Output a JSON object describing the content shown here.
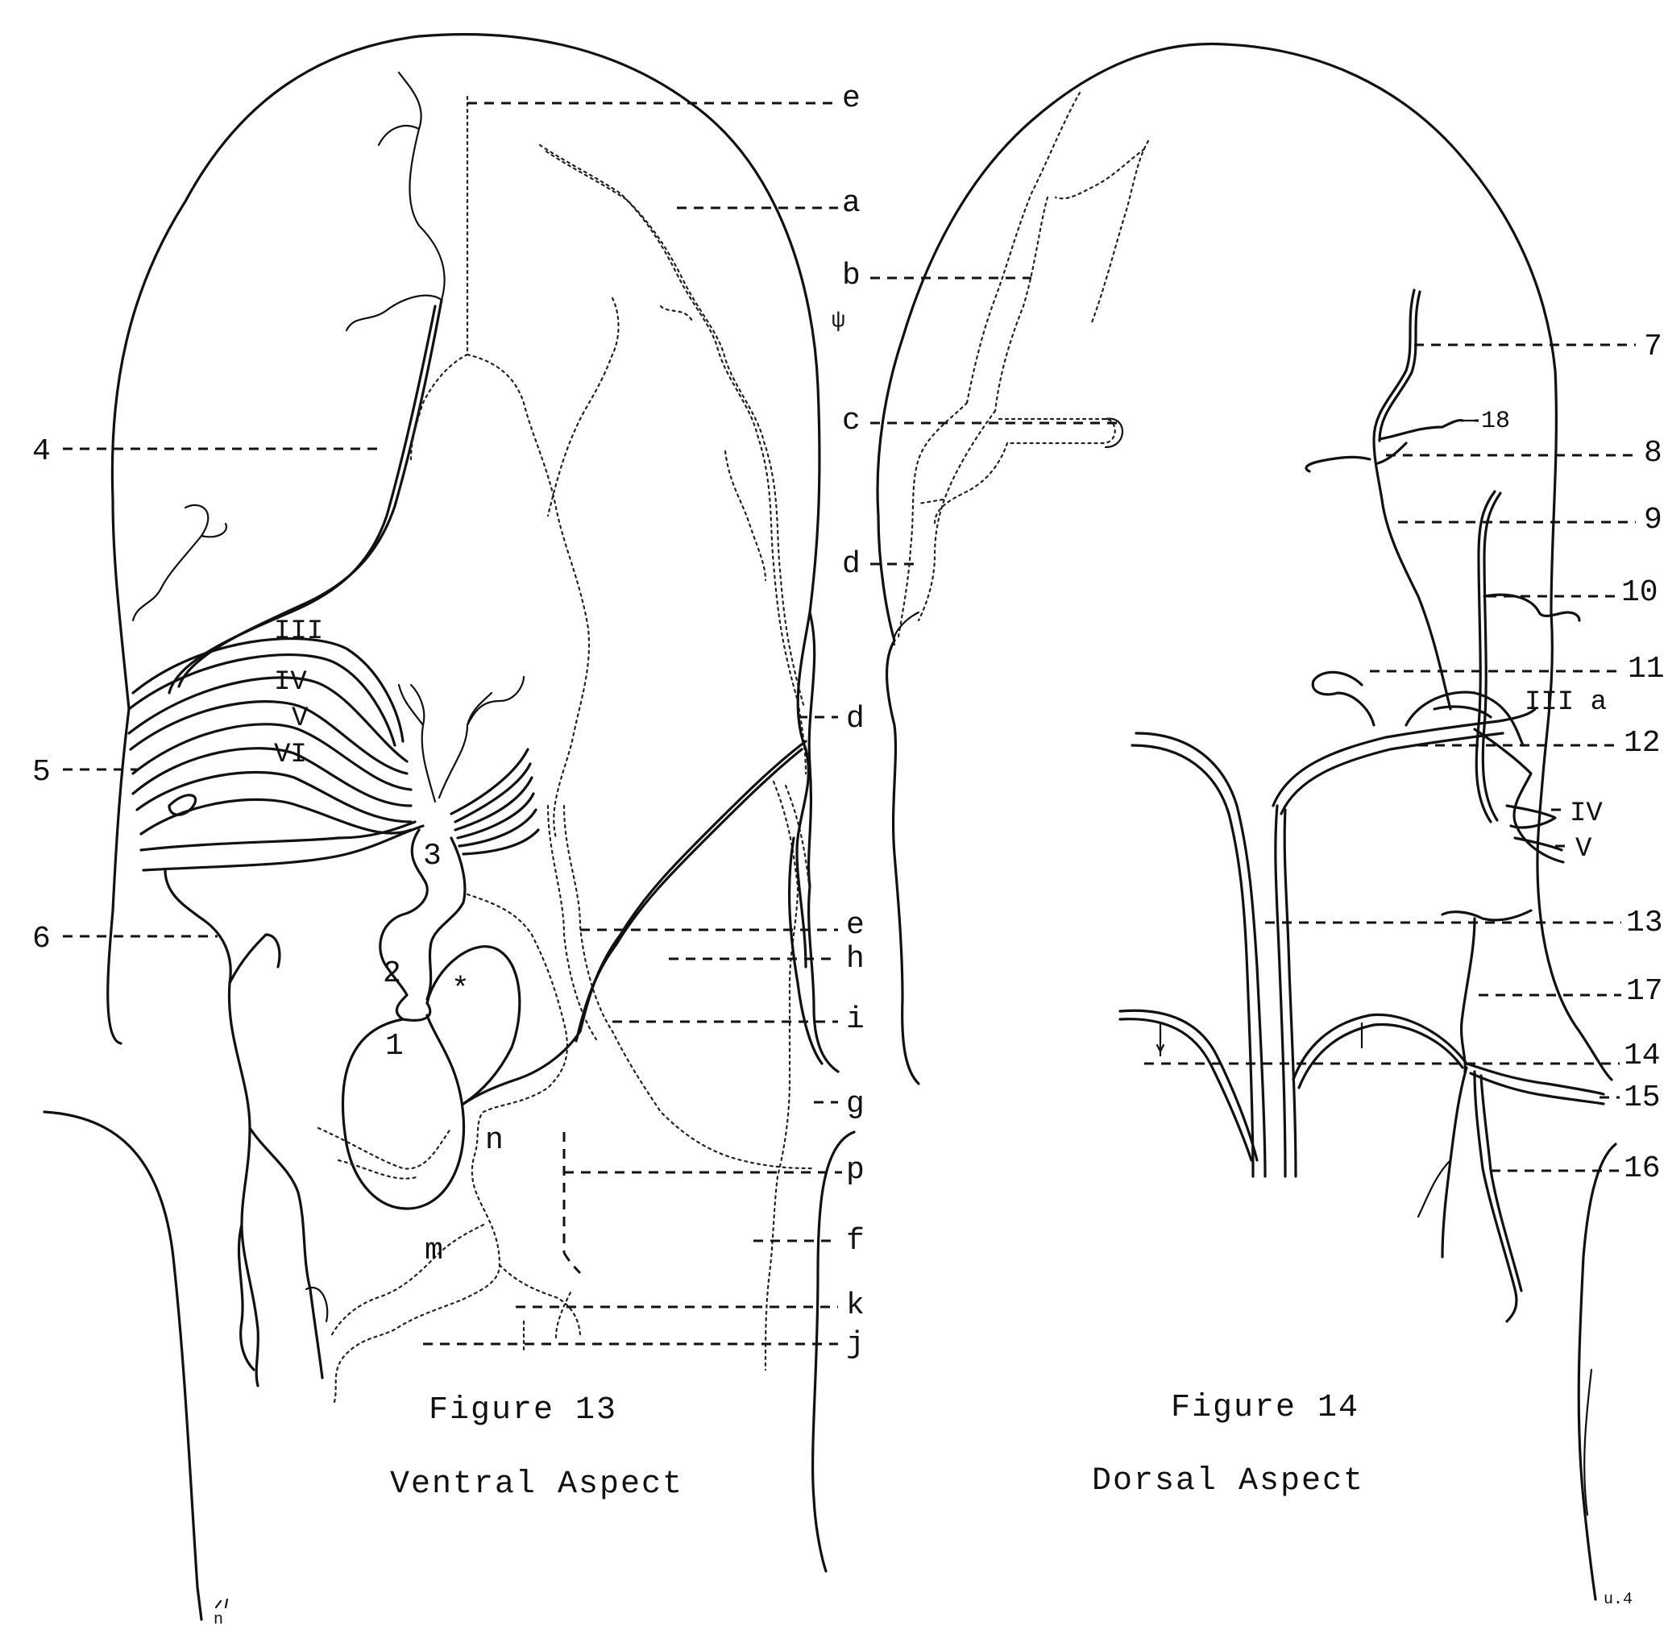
{
  "figure13": {
    "caption": "Figure 13",
    "subcaption": "Ventral Aspect",
    "left_labels": [
      "4",
      "5",
      "6"
    ],
    "right_labels": [
      "e",
      "a",
      "b",
      "c",
      "d",
      "d",
      "e",
      "h",
      "i",
      "g",
      "p",
      "f",
      "k",
      "j"
    ],
    "arch_labels": [
      "III",
      "IV",
      "V",
      "VI"
    ],
    "inner_labels": [
      "3",
      "2",
      "1",
      "*",
      "n",
      "m"
    ]
  },
  "figure14": {
    "caption": "Figure 14",
    "subcaption": "Dorsal Aspect",
    "right_labels": [
      "7",
      "18",
      "8",
      "9",
      "10",
      "11",
      "III a",
      "12",
      "IV",
      "V",
      "13",
      "17",
      "14",
      "15",
      "16"
    ]
  },
  "stray_marks": [
    "ψ",
    "u.4",
    "n"
  ]
}
